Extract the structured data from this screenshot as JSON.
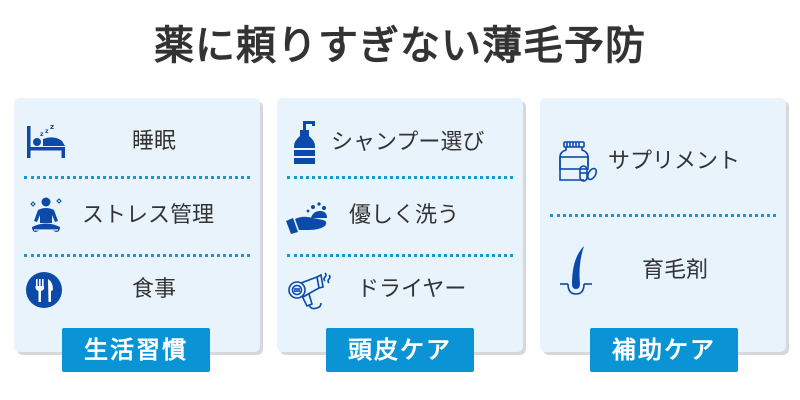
{
  "title": "薬に頼りすぎない薄毛予防",
  "colors": {
    "card_bg": "#e8f3fc",
    "badge_bg": "#0a94d6",
    "icon": "#0b4aa8",
    "separator": "#1a96d4",
    "text": "#333333"
  },
  "columns": [
    {
      "category": "生活習慣",
      "items": [
        {
          "label": "睡眠",
          "icon": "bed-sleep-icon"
        },
        {
          "label": "ストレス管理",
          "icon": "meditation-icon"
        },
        {
          "label": "食事",
          "icon": "fork-knife-icon"
        }
      ]
    },
    {
      "category": "頭皮ケア",
      "items": [
        {
          "label": "シャンプー選び",
          "icon": "shampoo-bottle-icon"
        },
        {
          "label": "優しく洗う",
          "icon": "hand-foam-icon"
        },
        {
          "label": "ドライヤー",
          "icon": "hair-dryer-icon"
        }
      ]
    },
    {
      "category": "補助ケア",
      "items": [
        {
          "label": "サプリメント",
          "icon": "supplement-bottle-icon"
        },
        {
          "label": "育毛剤",
          "icon": "hair-follicle-icon"
        }
      ]
    }
  ]
}
